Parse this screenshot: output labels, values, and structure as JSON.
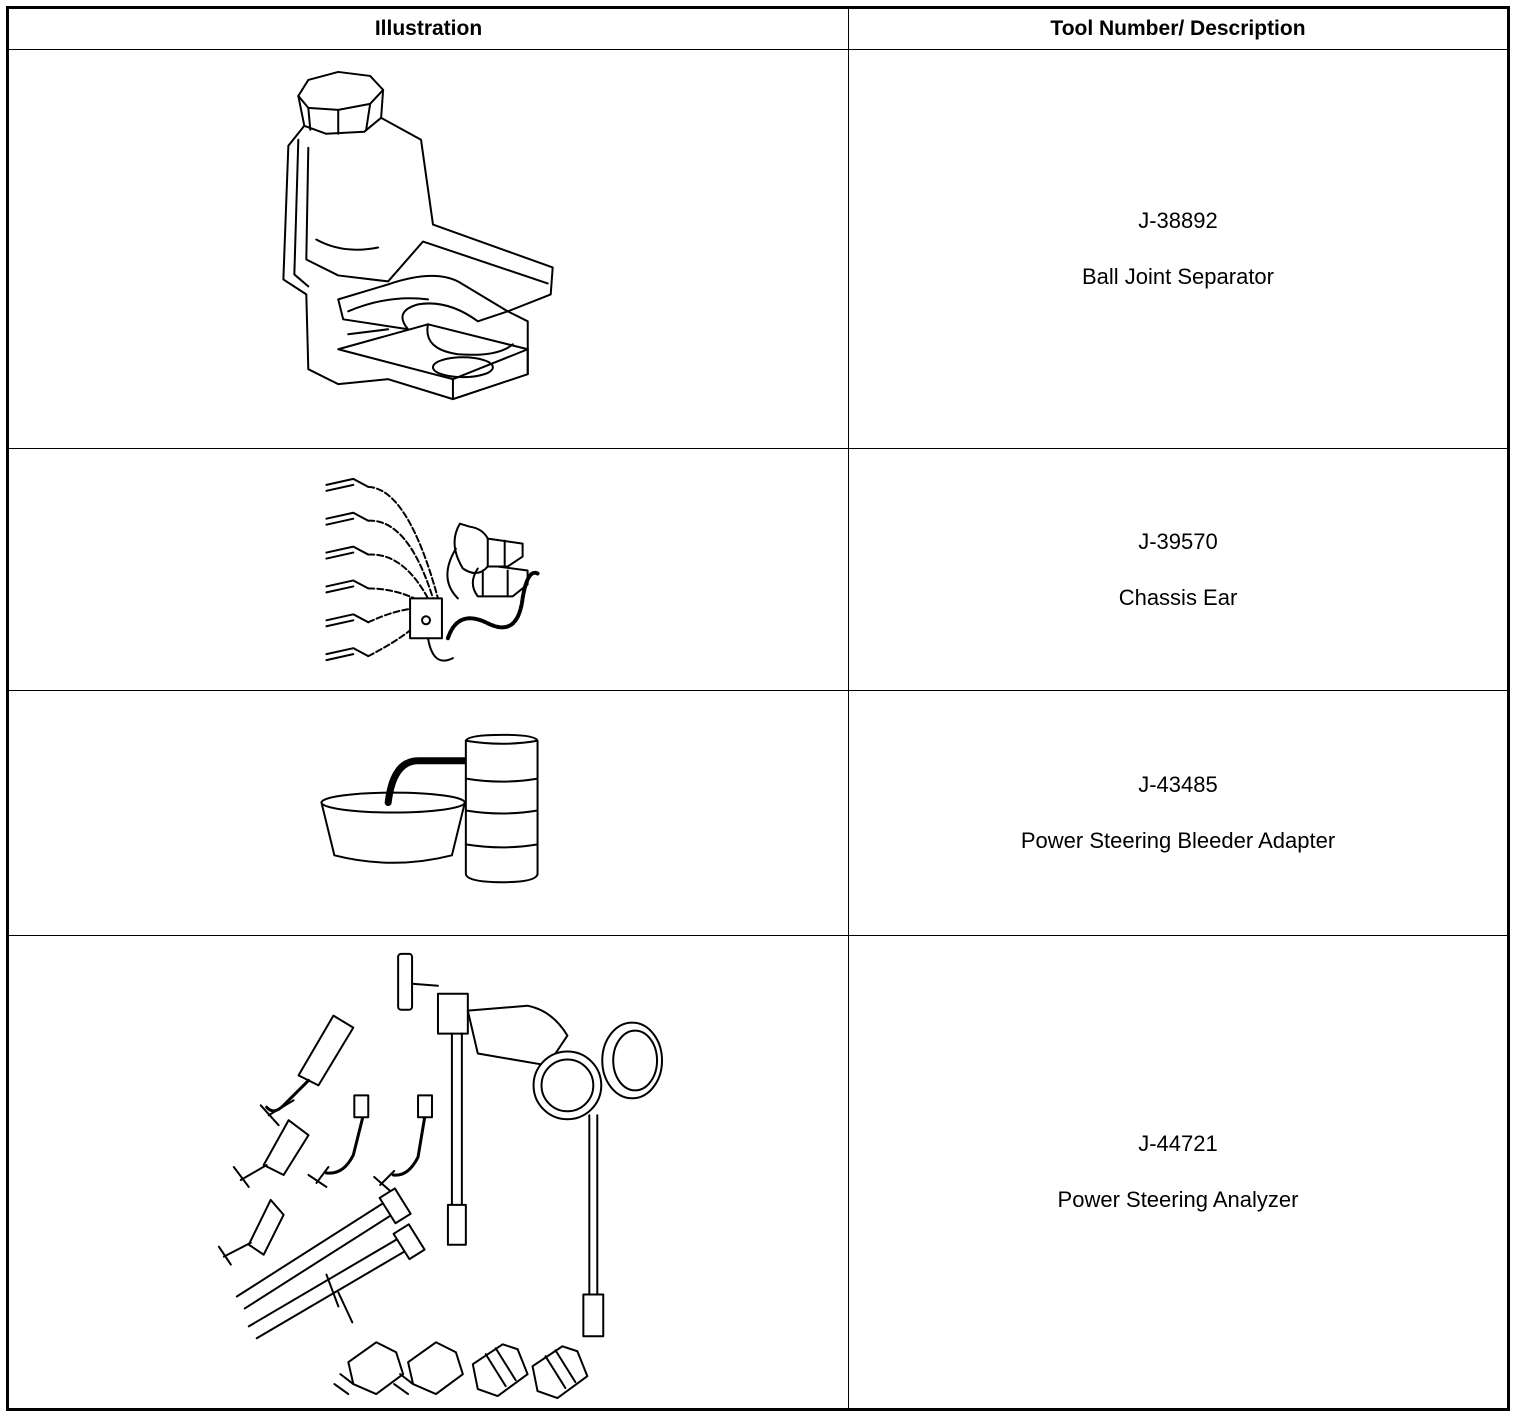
{
  "table": {
    "headers": {
      "illustration": "Illustration",
      "description": "Tool Number/ Description"
    },
    "rows": [
      {
        "tool_number": "J-38892",
        "description": "Ball Joint Separator",
        "icon": "ball-joint-separator-icon"
      },
      {
        "tool_number": "J-39570",
        "description": "Chassis Ear",
        "icon": "chassis-ear-icon"
      },
      {
        "tool_number": "J-43485",
        "description": "Power Steering Bleeder Adapter",
        "icon": "bleeder-adapter-icon"
      },
      {
        "tool_number": "J-44721",
        "description": "Power Steering Analyzer",
        "icon": "power-steering-analyzer-icon"
      }
    ]
  }
}
